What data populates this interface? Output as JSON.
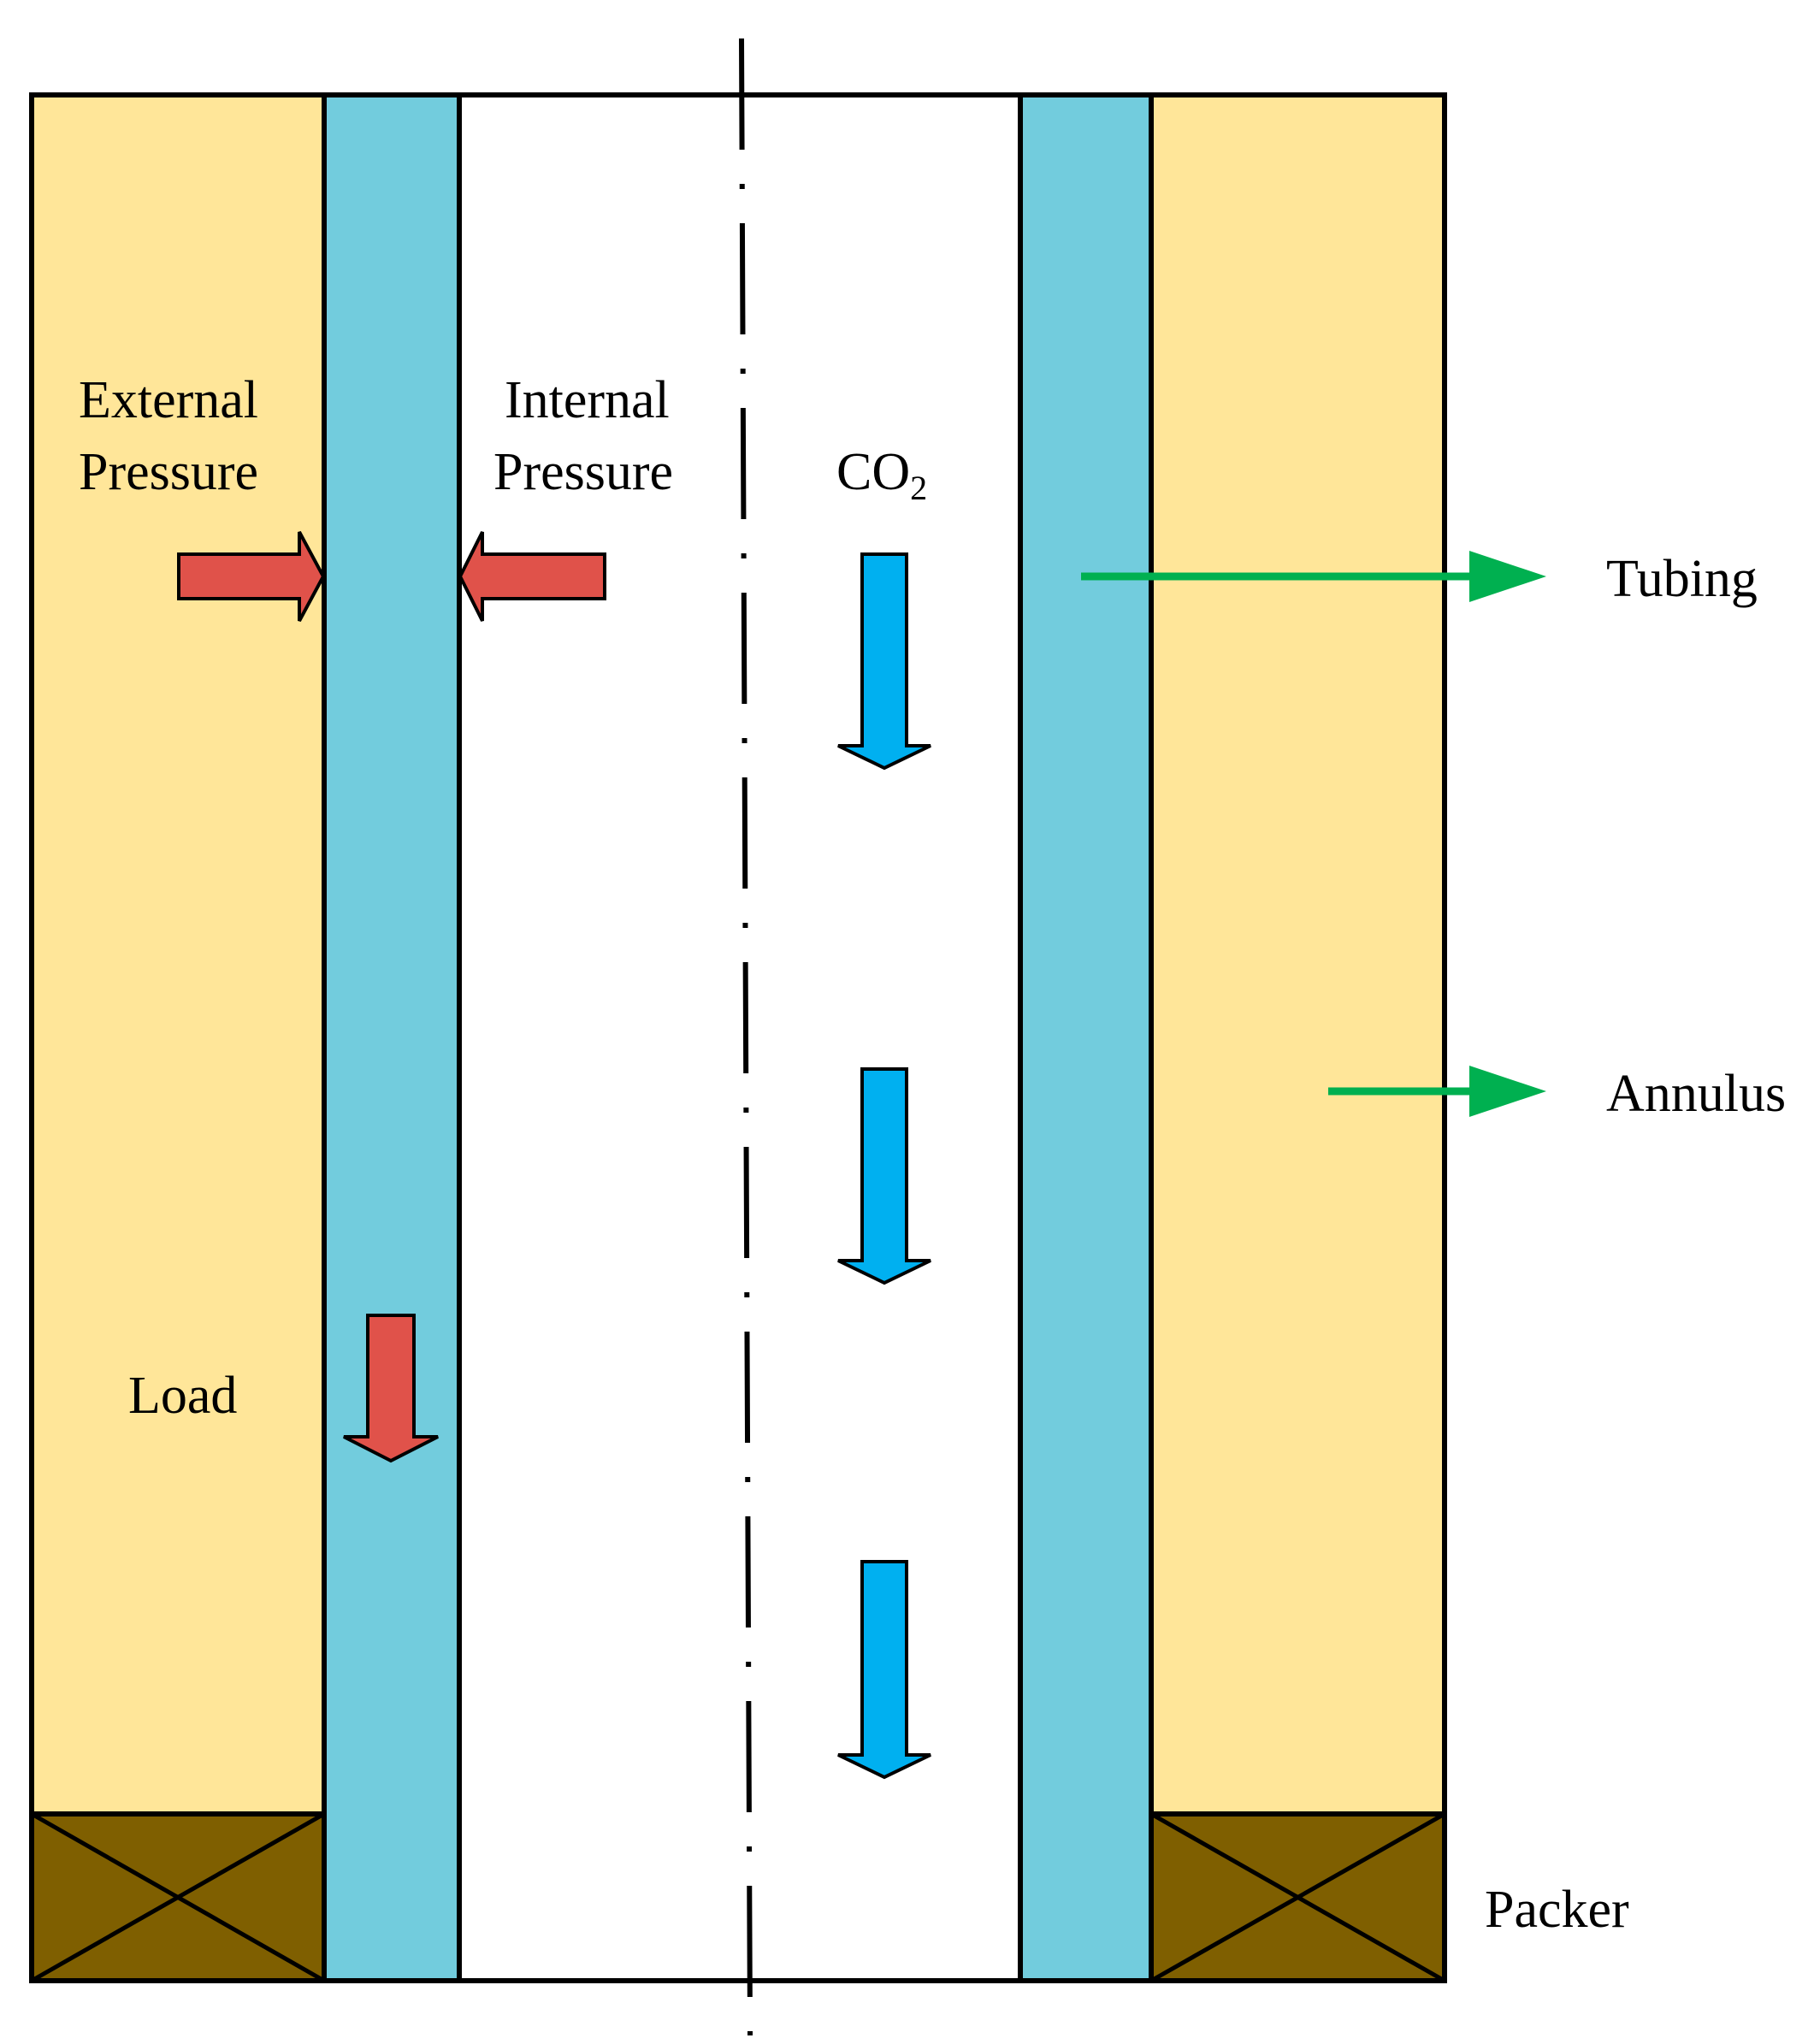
{
  "labels": {
    "external_pressure": [
      "External",
      "Pressure"
    ],
    "internal_pressure": [
      "Internal",
      "Pressure"
    ],
    "co2": {
      "base": "CO",
      "subscript": "2"
    },
    "load": "Load",
    "tubing": "Tubing",
    "annulus": "Annulus",
    "packer": "Packer"
  },
  "colors": {
    "annulus_fill": "#FFE699",
    "tubing_fill": "#72CCDD",
    "packer_fill": "#7F5F00",
    "force_arrow": "#E0524A",
    "flow_arrow": "#00B0F0",
    "pointer_arrow": "#00B050",
    "outline": "#000000"
  }
}
